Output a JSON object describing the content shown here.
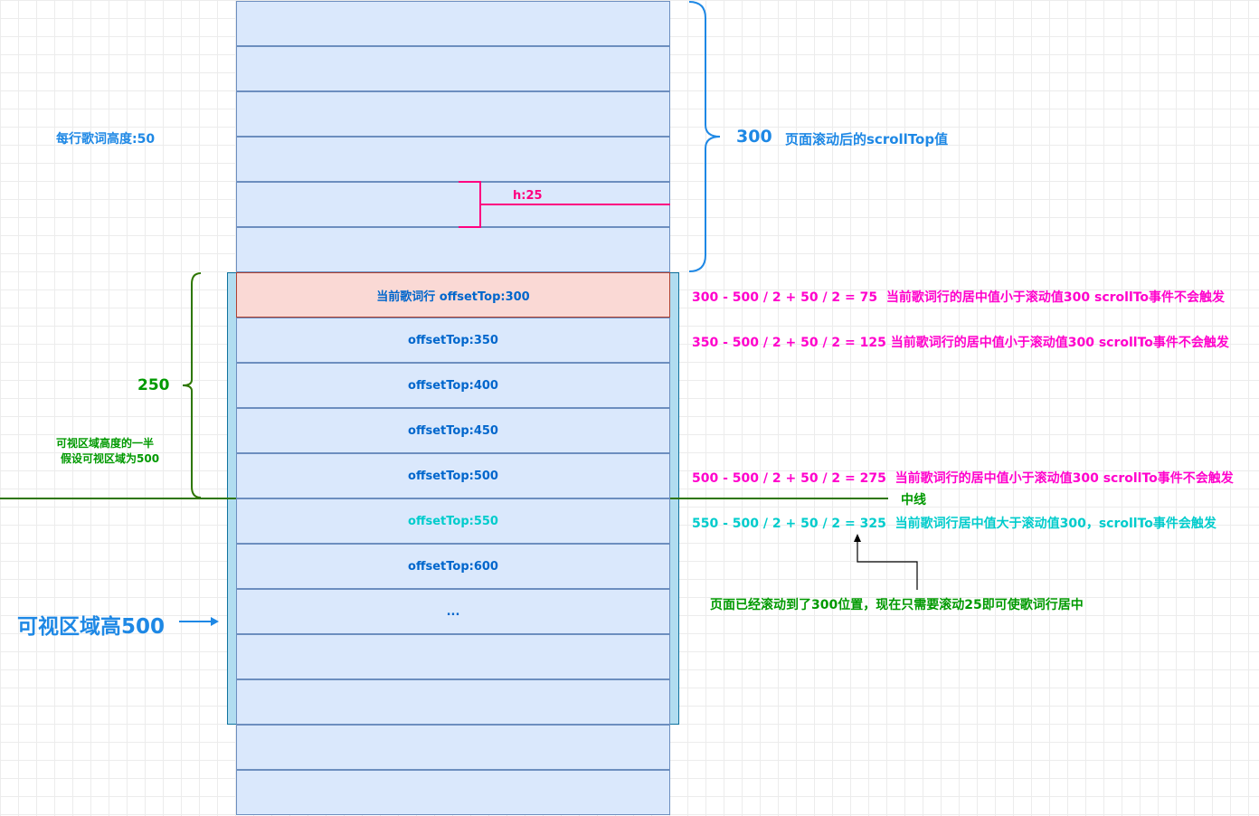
{
  "labels": {
    "row_height": "每行歌词高度:50",
    "scroll_value": "300",
    "scroll_desc": "页面滚动后的scrollTop值",
    "half_value": "250",
    "half_desc_1": "可视区域高度的一半",
    "half_desc_2": "假设可视区域为500",
    "viewport_label": "可视区域高500",
    "h_label": "h:25",
    "midline_label": "中线",
    "note": "页面已经滚动到了300位置，现在只需要滚动25即可使歌词行居中"
  },
  "rows": [
    {
      "text": ""
    },
    {
      "text": ""
    },
    {
      "text": ""
    },
    {
      "text": ""
    },
    {
      "text": ""
    },
    {
      "text": ""
    },
    {
      "text": "当前歌词行 offsetTop:300",
      "style": "current"
    },
    {
      "text": "offsetTop:350"
    },
    {
      "text": "offsetTop:400"
    },
    {
      "text": "offsetTop:450"
    },
    {
      "text": "offsetTop:500"
    },
    {
      "text": "offsetTop:550",
      "style": "teal"
    },
    {
      "text": "offsetTop:600"
    },
    {
      "text": "..."
    },
    {
      "text": ""
    },
    {
      "text": ""
    },
    {
      "text": ""
    },
    {
      "text": ""
    }
  ],
  "formulas": [
    {
      "expr": "300 - 500 / 2 + 50 / 2 = 75",
      "desc": "当前歌词行的居中值小于滚动值300 scrollTo事件不会触发"
    },
    {
      "expr": "350 - 500 / 2 + 50 / 2 = 125",
      "desc": "当前歌词行的居中值小于滚动值300 scrollTo事件不会触发"
    },
    {
      "expr": "500 - 500 / 2 + 50 / 2 = 275",
      "desc": "当前歌词行的居中值小于滚动值300 scrollTo事件不会触发"
    },
    {
      "expr": "550 - 500 / 2 + 50 / 2 = 325",
      "desc": "当前歌词行居中值大于滚动值300，scrollTo事件会触发"
    }
  ],
  "colors": {
    "blue_text": "#1e88e5",
    "magenta": "#ff00cc",
    "green": "#009900",
    "dark_green": "#2d7600",
    "teal": "#00cccc",
    "row_fill": "#dae8fc",
    "current_fill": "#fad9d5",
    "viewport_fill": "#b1ddf0"
  }
}
